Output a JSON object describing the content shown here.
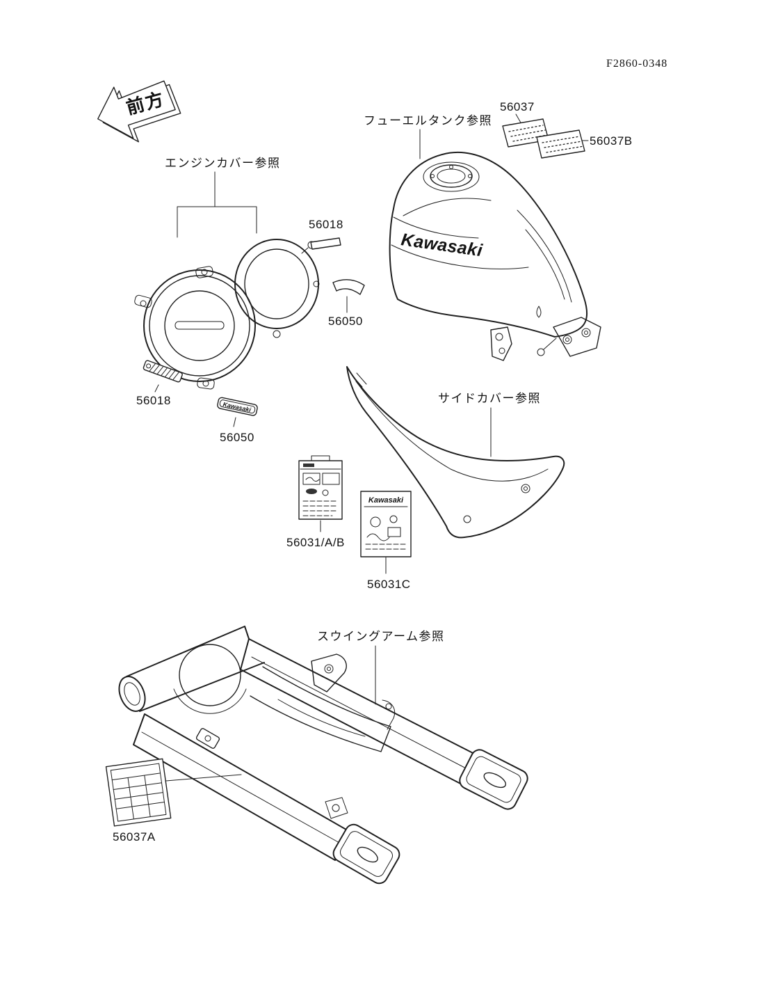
{
  "doc_code": "F2860-0348",
  "direction_arrow": {
    "label": "前方"
  },
  "references": {
    "fuel_tank": "フューエルタンク参照",
    "engine_cover": "エンジンカバー参照",
    "side_cover": "サイドカバー参照",
    "swingarm": "スウイングアーム参照"
  },
  "parts": {
    "p56037": "56037",
    "p56037b": "56037B",
    "p56018_upper": "56018",
    "p56050_upper": "56050",
    "p56018_left": "56018",
    "p56050_left": "56050",
    "p56031ab": "56031/A/B",
    "p56031c": "56031C",
    "p56037a": "56037A"
  },
  "decals": {
    "tank_logo": "Kawasaki",
    "badge_logo": "Kawasaki",
    "caution_brand": "Kawasaki"
  }
}
